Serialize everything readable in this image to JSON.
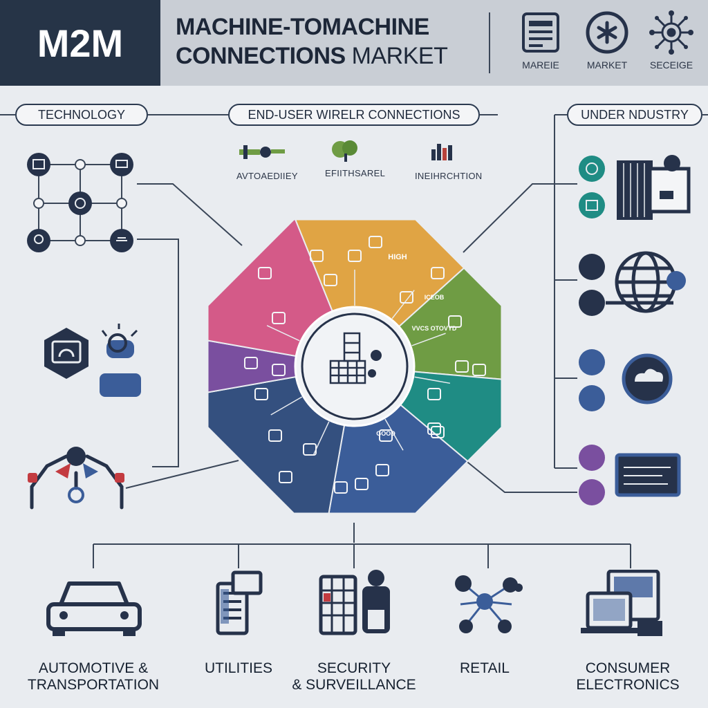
{
  "header": {
    "brand": "M2M",
    "title_line1": "MACHINE-TOMACHINE",
    "title_line2_bold": "CONNECTIONS",
    "title_line2_light": " MARKET",
    "icons": [
      {
        "icon": "server-icon",
        "label": "MAREIE"
      },
      {
        "icon": "asterisk-icon",
        "label": "MARKET"
      },
      {
        "icon": "network-hub-icon",
        "label": "SECEIGE"
      }
    ]
  },
  "sections": {
    "technology": "TECHNOLOGY",
    "end_user": "END-USER WIRELR CONNECTIONS",
    "industry": "UNDER NDUSTRY"
  },
  "end_user_items": [
    {
      "icon": "machinery-icon",
      "label": "AVTOAEDIIEY"
    },
    {
      "icon": "plant-icon",
      "label": "EFIITHSAREL"
    },
    {
      "icon": "chart-icon",
      "label": "INEIHRCHTION"
    }
  ],
  "wheel": {
    "colors": [
      "#e0a444",
      "#6f9c44",
      "#1f8c84",
      "#3b5d99",
      "#34507f",
      "#7a4f9f",
      "#d45a88"
    ],
    "segment_texts": [
      "HIGH",
      "ICEOB",
      "VVCS OTOVYD",
      "GOOD"
    ]
  },
  "categories": [
    {
      "icon": "car-icon",
      "line1": "AUTOMOTIVE &",
      "line2": "TRANSPORTATION"
    },
    {
      "icon": "utility-meter-icon",
      "line1": "UTILITIES",
      "line2": ""
    },
    {
      "icon": "security-camera-icon",
      "line1": "SECURITY",
      "line2": "& SURVEILLANCE"
    },
    {
      "icon": "retail-network-icon",
      "line1": "RETAIL",
      "line2": ""
    },
    {
      "icon": "electronics-icon",
      "line1": "CONSUMER",
      "line2": "ELECTRONICS"
    }
  ]
}
